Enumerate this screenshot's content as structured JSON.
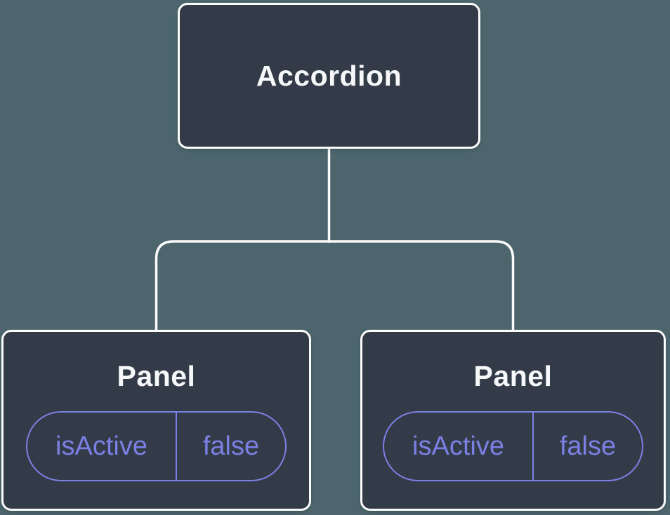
{
  "diagram": {
    "root": {
      "label": "Accordion"
    },
    "panels": [
      {
        "label": "Panel",
        "state": {
          "name": "isActive",
          "value": "false"
        }
      },
      {
        "label": "Panel",
        "state": {
          "name": "isActive",
          "value": "false"
        }
      }
    ]
  },
  "colors": {
    "background": "#4D666E",
    "node_fill": "#343B48",
    "node_border": "#FBFBFB",
    "title_text": "#F6F7F9",
    "state_accent": "#7B80E4",
    "connector": "#FBFBFB"
  }
}
